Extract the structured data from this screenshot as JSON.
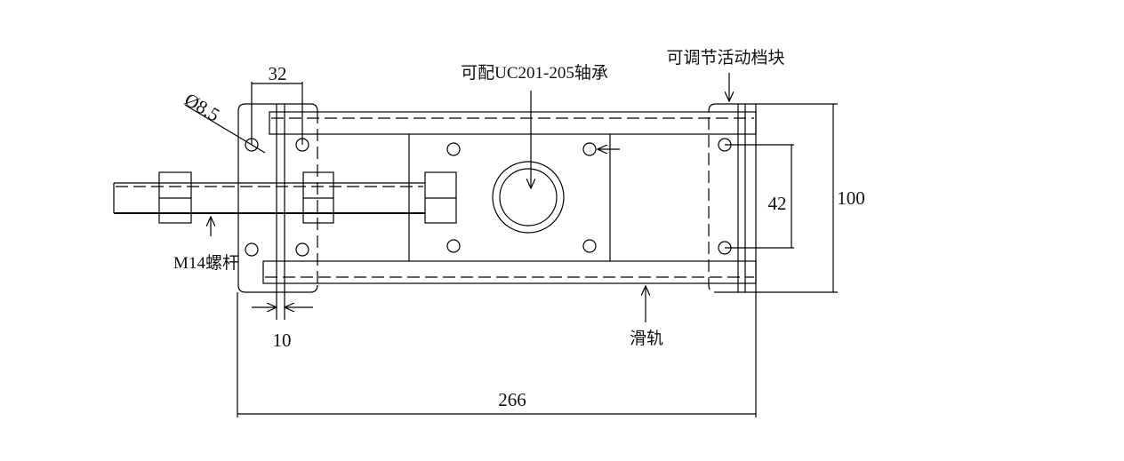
{
  "labels": {
    "rod": "M14螺杆",
    "rail": "滑轨",
    "bearing": "可配UC201-205轴承",
    "stop_block": "可调节活动档块"
  },
  "dimensions": {
    "hole_spacing_x": "32",
    "hole_diameter": "Ø8.5",
    "plate_thickness": "10",
    "hole_spacing_y": "42",
    "width": "100",
    "total_length": "266"
  }
}
